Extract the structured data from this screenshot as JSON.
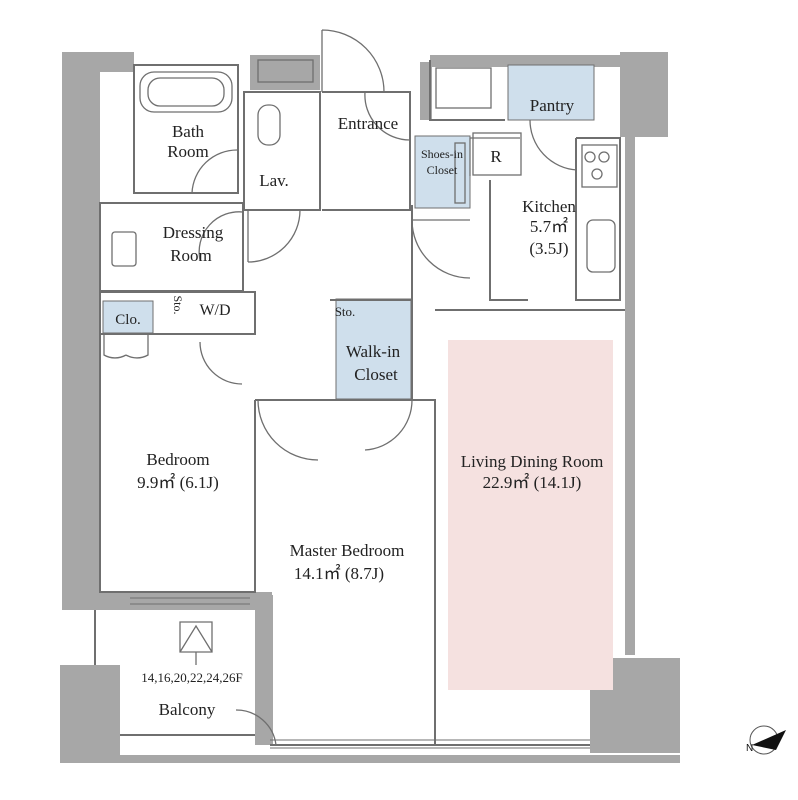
{
  "rooms": {
    "bath": [
      "Bath",
      "Room"
    ],
    "lav": "Lav.",
    "entrance": "Entrance",
    "shoes": [
      "Shoes-in",
      "Closet"
    ],
    "refrigerator": "R",
    "pantry": "Pantry",
    "kitchen": [
      "Kitchen",
      "5.7㎡",
      "(3.5J)"
    ],
    "dressing": [
      "Dressing",
      "Room"
    ],
    "closet": "Clo.",
    "storage_small": "Sto.",
    "washer_dryer": "W/D",
    "storage_hall": "Sto.",
    "walkin": [
      "Walk-in",
      "Closet"
    ],
    "bedroom": [
      "Bedroom",
      "9.9㎡  (6.1J)"
    ],
    "master": [
      "Master Bedroom",
      "14.1㎡  (8.7J)"
    ],
    "living": [
      "Living Dining Room",
      "22.9㎡  (14.1J)"
    ],
    "balcony": "Balcony",
    "floors": "14,16,20,22,24,26F"
  },
  "compass": {
    "label": "N"
  },
  "colors": {
    "wall": "#a7a7a7",
    "line": "#6f6f6f",
    "closet_fill": "#cfdfec",
    "living_fill": "#f5e1e0",
    "background": "#ffffff"
  }
}
